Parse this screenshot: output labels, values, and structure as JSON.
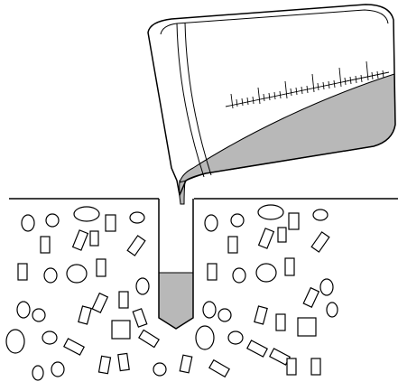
{
  "diagram": {
    "elements": [
      "beaker",
      "liquid-stream",
      "ground-surface",
      "hole",
      "soil-particles"
    ]
  },
  "colors": {
    "ink": "#000000",
    "liquid": "#b8b8b8",
    "background": "#ffffff"
  }
}
